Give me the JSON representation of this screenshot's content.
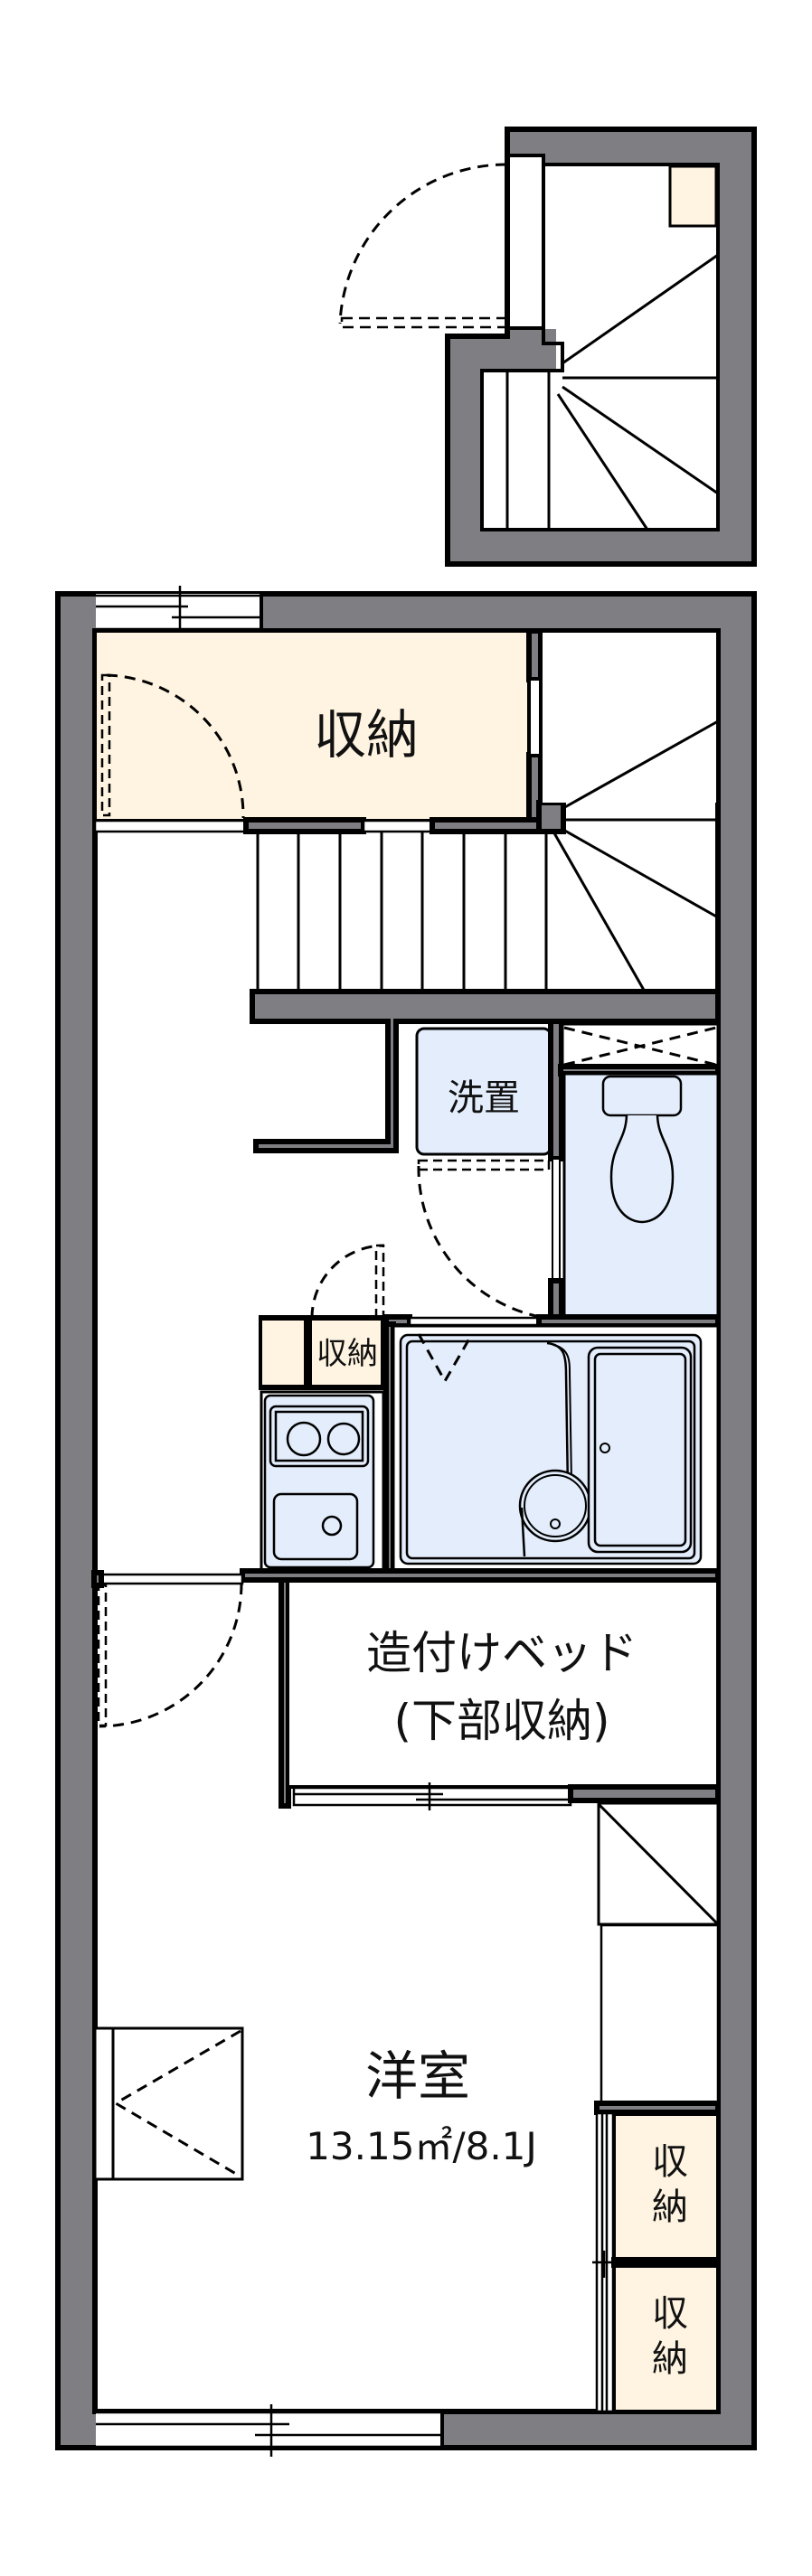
{
  "floorplan": {
    "colors": {
      "wall": "#7f7e83",
      "storage": "#fff4e1",
      "wet_area": "#e3edfb",
      "line": "#000000",
      "background": "#ffffff"
    },
    "rooms": {
      "loft_storage": {
        "label": "収納"
      },
      "washer_space": {
        "label": "洗置"
      },
      "small_storage": {
        "label": "収納"
      },
      "built_in_bed": {
        "line1": "造付けベッド",
        "line2": "(下部収納)"
      },
      "western_room": {
        "label": "洋室",
        "area": "13.15㎡/8.1J"
      },
      "closet_upper": {
        "label": "収納"
      },
      "closet_lower": {
        "label": "収納"
      }
    },
    "fixtures": [
      "entrance-door",
      "spiral-stairs-upper",
      "straight-stairs",
      "toilet",
      "unit-bath",
      "two-burner-stove",
      "sink",
      "washer-space",
      "windows"
    ]
  }
}
